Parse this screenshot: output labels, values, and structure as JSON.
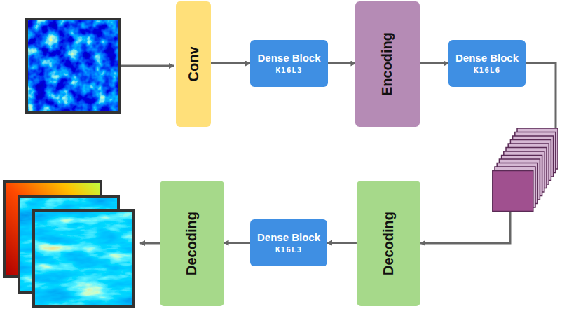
{
  "diagram": {
    "nodes": [
      {
        "text": [
          "Conv"
        ]
      },
      {
        "text": [
          "Dense Block",
          "K16L3"
        ]
      },
      {
        "text": [
          "Encoding"
        ]
      },
      {
        "text": [
          "Dense Block",
          "K16L6"
        ]
      },
      {
        "text": [
          "Decoding"
        ]
      },
      {
        "text": [
          "Dense Block",
          "K16L3"
        ]
      },
      {
        "text": [
          "Decoding"
        ]
      }
    ],
    "edges": [
      {
        "from": 0,
        "to": 1,
        "arrow": "to"
      },
      {
        "from": 1,
        "to": 2,
        "arrow": "to"
      },
      {
        "from": 2,
        "to": 3,
        "arrow": "to"
      },
      {
        "from": 3,
        "to": 4,
        "arrow": "to"
      },
      {
        "from": 4,
        "to": 5,
        "arrow": "to"
      },
      {
        "from": 5,
        "to": 6,
        "arrow": "to"
      }
    ]
  }
}
